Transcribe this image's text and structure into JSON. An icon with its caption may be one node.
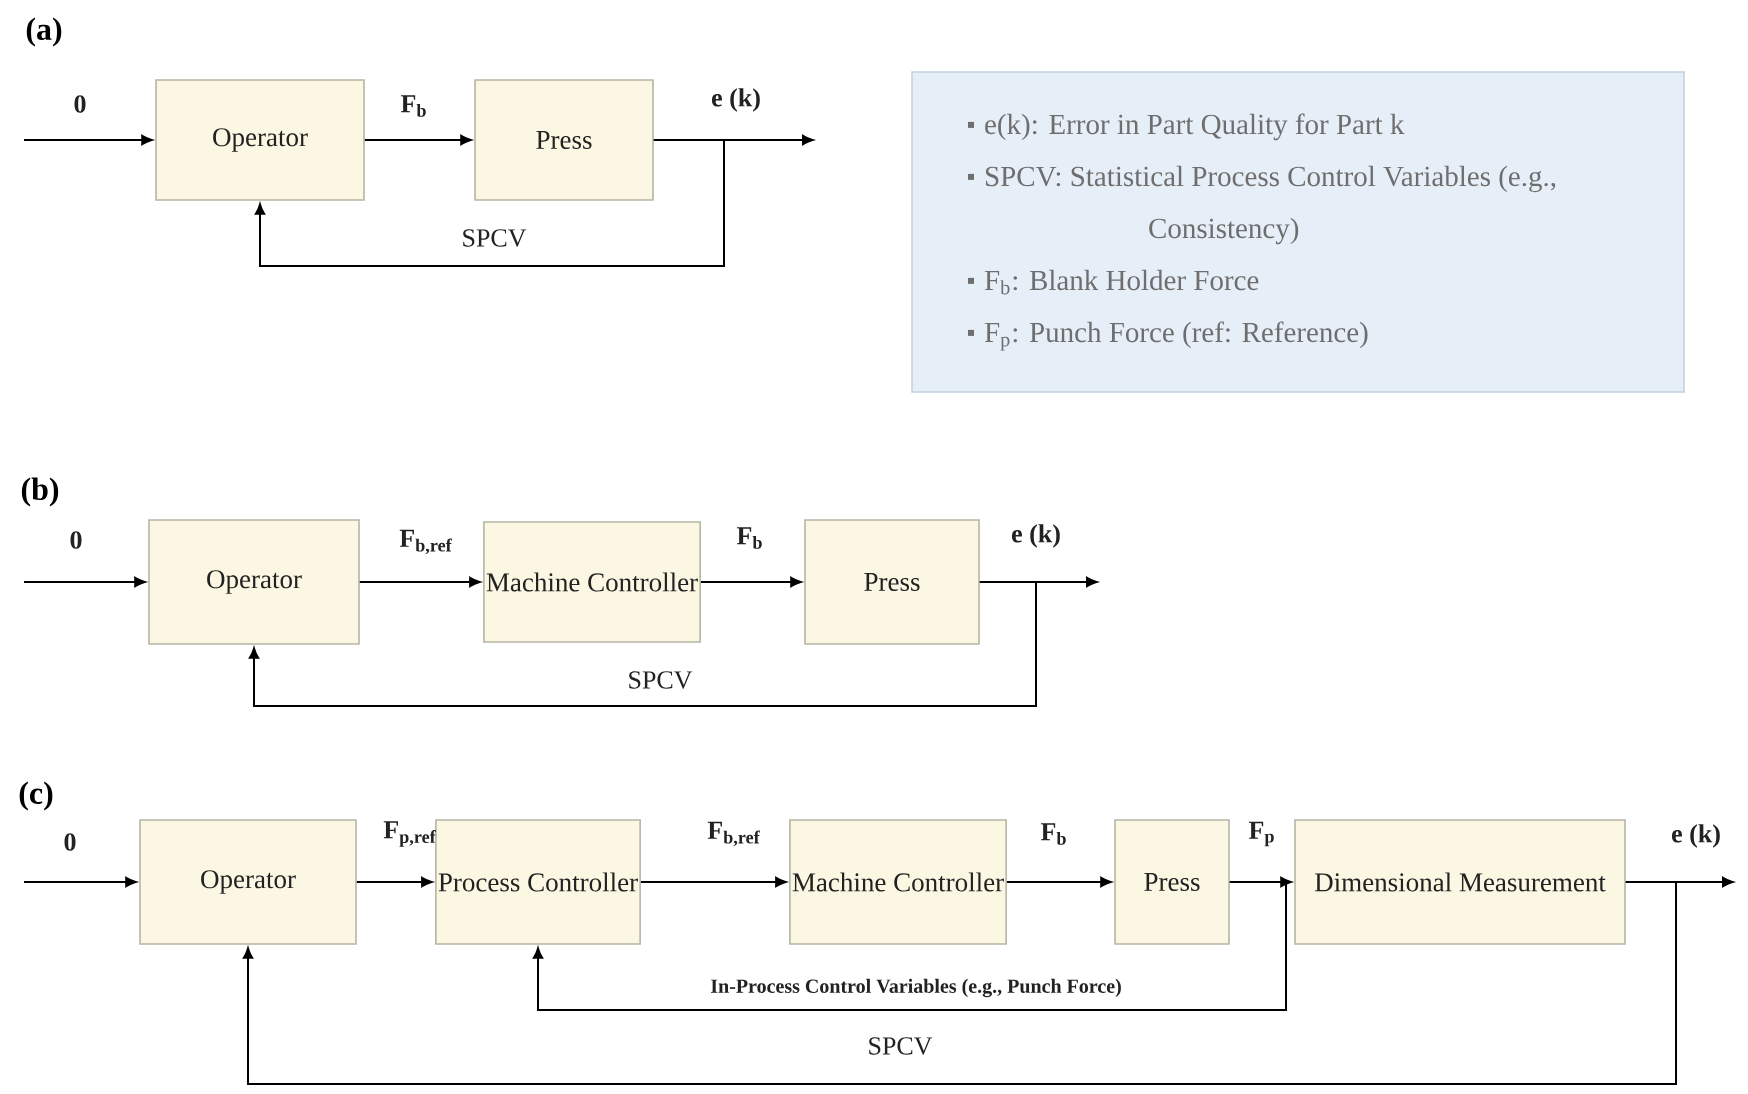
{
  "diagram": {
    "nodes": [
      {
        "text": [
          "Operator"
        ]
      },
      {
        "text": [
          "Press"
        ]
      },
      {
        "text": [
          "e(k): Error in Part Quality for Part k",
          "SPCV: Statistical Process Control Variables (e.g., Consistency)",
          "F$_{b}$: Blank Holder Force",
          "F$_{p}$: Punch Force (ref: Reference)"
        ]
      },
      {
        "text": [
          "Operator"
        ]
      },
      {
        "text": [
          "Machine Controller"
        ]
      },
      {
        "text": [
          "Press"
        ]
      },
      {
        "text": [
          "Operator"
        ]
      },
      {
        "text": [
          "Process Controller"
        ]
      },
      {
        "text": [
          "Machine Controller"
        ]
      },
      {
        "text": [
          "Press"
        ]
      },
      {
        "text": [
          "Dimensional Measurement"
        ]
      }
    ],
    "edges": [
      {
        "from": null,
        "to": 0,
        "arrow": "to",
        "label": "0"
      },
      {
        "from": 0,
        "to": 1,
        "arrow": "to",
        "label": "F$_{b}$"
      },
      {
        "from": 1,
        "to": null,
        "arrow": "to",
        "label": "e (k)"
      },
      {
        "from": 1,
        "to": 0,
        "arrow": "to",
        "label": "SPCV"
      },
      {
        "from": null,
        "to": 3,
        "arrow": "to",
        "label": "0"
      },
      {
        "from": 3,
        "to": 4,
        "arrow": "to",
        "label": "F$_{b,ref}$"
      },
      {
        "from": 4,
        "to": 5,
        "arrow": "to",
        "label": "F$_{b}$"
      },
      {
        "from": 5,
        "to": null,
        "arrow": "to",
        "label": "e (k)"
      },
      {
        "from": 5,
        "to": 3,
        "arrow": "to",
        "label": "SPCV"
      },
      {
        "from": null,
        "to": 6,
        "arrow": "to",
        "label": "0"
      },
      {
        "from": 6,
        "to": 7,
        "arrow": "to",
        "label": "F$_{p,ref}$"
      },
      {
        "from": 7,
        "to": 8,
        "arrow": "to",
        "label": "F$_{b,ref}$"
      },
      {
        "from": 8,
        "to": 9,
        "arrow": "to",
        "label": "F$_{b}$"
      },
      {
        "from": 9,
        "to": 10,
        "arrow": "to",
        "label": "F$_{p}$"
      },
      {
        "from": 9,
        "to": 7,
        "arrow": "to",
        "label": "In-Process Control Variables (e.g., Punch Force)"
      },
      {
        "from": 10,
        "to": null,
        "arrow": "to",
        "label": "e (k)"
      },
      {
        "from": 10,
        "to": 6,
        "arrow": "to",
        "label": "SPCV"
      }
    ],
    "labels": [
      "(a)",
      "(b)",
      "(c)"
    ]
  }
}
